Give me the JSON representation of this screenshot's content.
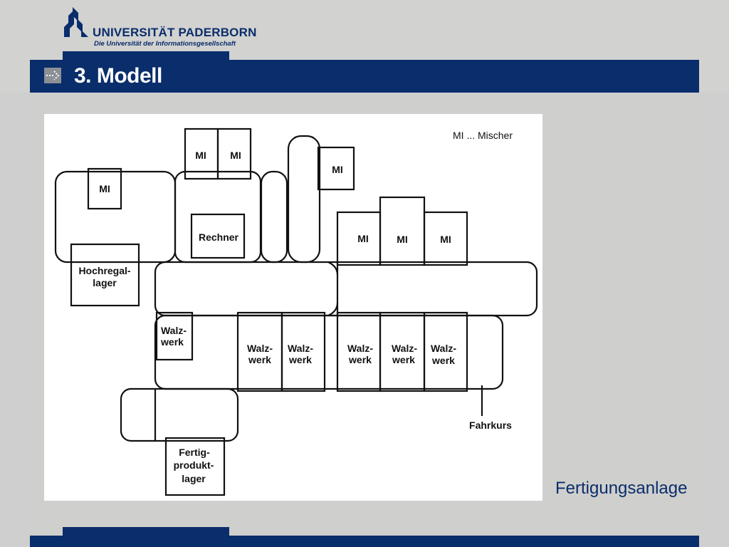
{
  "header": {
    "university_name": "UNIVERSITÄT PADERBORN",
    "university_subtitle": "Die Universität der Informationsgesellschaft",
    "slide_title": "3. Modell"
  },
  "figure": {
    "legend": "MI ... Mischer",
    "labels": {
      "mi": "MI",
      "rechner": "Rechner",
      "hochregal_1": "Hochregal-",
      "hochregal_2": "lager",
      "walz_1": "Walz-",
      "walz_2": "werk",
      "fertig_1": "Fertig-",
      "fertig_2": "produkt-",
      "fertig_3": "lager",
      "fahrkurs": "Fahrkurs"
    }
  },
  "caption": "Fertigungsanlage",
  "colors": {
    "brand_blue": "#0a2d6b",
    "background_gray": "#cfcfcd",
    "icon_gray": "#8c8f94"
  }
}
